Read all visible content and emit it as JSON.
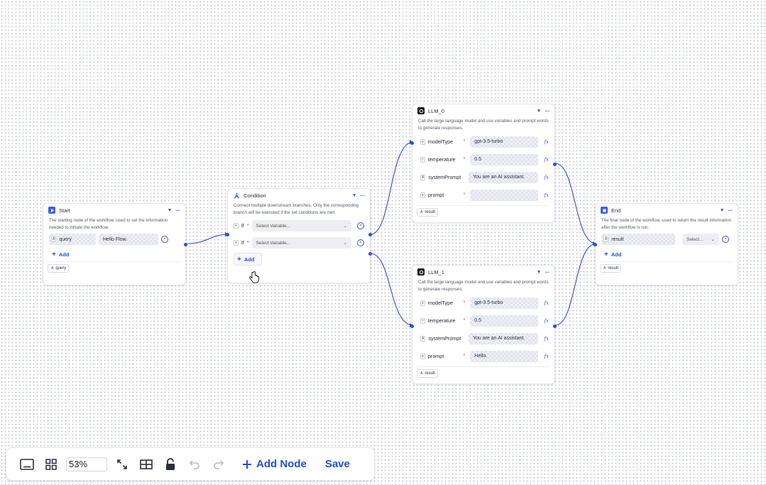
{
  "colors": {
    "accent": "#1e50e6",
    "edge": "#2f4fd8",
    "start_icon": "#3d5ef0",
    "condition_icon": "#3d5ef0",
    "end_icon": "#3d5ef0"
  },
  "start": {
    "title": "Start",
    "description": "The starting node of the workflow, used to set the information needed to initiate the workflow.",
    "param_name": "query",
    "param_value": "Hello Flow.",
    "add_label": "Add",
    "output": "query"
  },
  "condition": {
    "title": "Condition",
    "description": "Connect multiple downstream branches. Only the corresponding branch will be executed if the set conditions are met.",
    "branches": [
      {
        "label": "If",
        "placeholder": "Select Variable..."
      },
      {
        "label": "If",
        "placeholder": "Select Variable..."
      }
    ],
    "add_label": "Add"
  },
  "llm_0": {
    "title": "LLM_0",
    "description": "Call the large language model and use variables and prompt words to generate responses.",
    "params": [
      {
        "name": "modelType",
        "value": "gpt-3.5-turbo"
      },
      {
        "name": "temperature",
        "value": "0.5"
      },
      {
        "name": "systemPrompt",
        "value": "You are an AI assistant."
      },
      {
        "name": "prompt",
        "value": ""
      }
    ],
    "output": "result"
  },
  "llm_1": {
    "title": "LLM_1",
    "description": "Call the large language model and use variables and prompt words to generate responses.",
    "params": [
      {
        "name": "modelType",
        "value": "gpt-3.5-turbo"
      },
      {
        "name": "temperature",
        "value": "0.5"
      },
      {
        "name": "systemPrompt",
        "value": "You are an AI assistant."
      },
      {
        "name": "prompt",
        "value": "Hello."
      }
    ],
    "output": "result"
  },
  "end": {
    "title": "End",
    "description": "The final node of the workflow, used to return the result information after the workflow is run.",
    "param_name": "result",
    "select_value": "Select...",
    "add_label": "Add",
    "output": "result"
  },
  "toolbar": {
    "zoom": "53%",
    "add_node_label": "Add Node",
    "save_label": "Save"
  }
}
